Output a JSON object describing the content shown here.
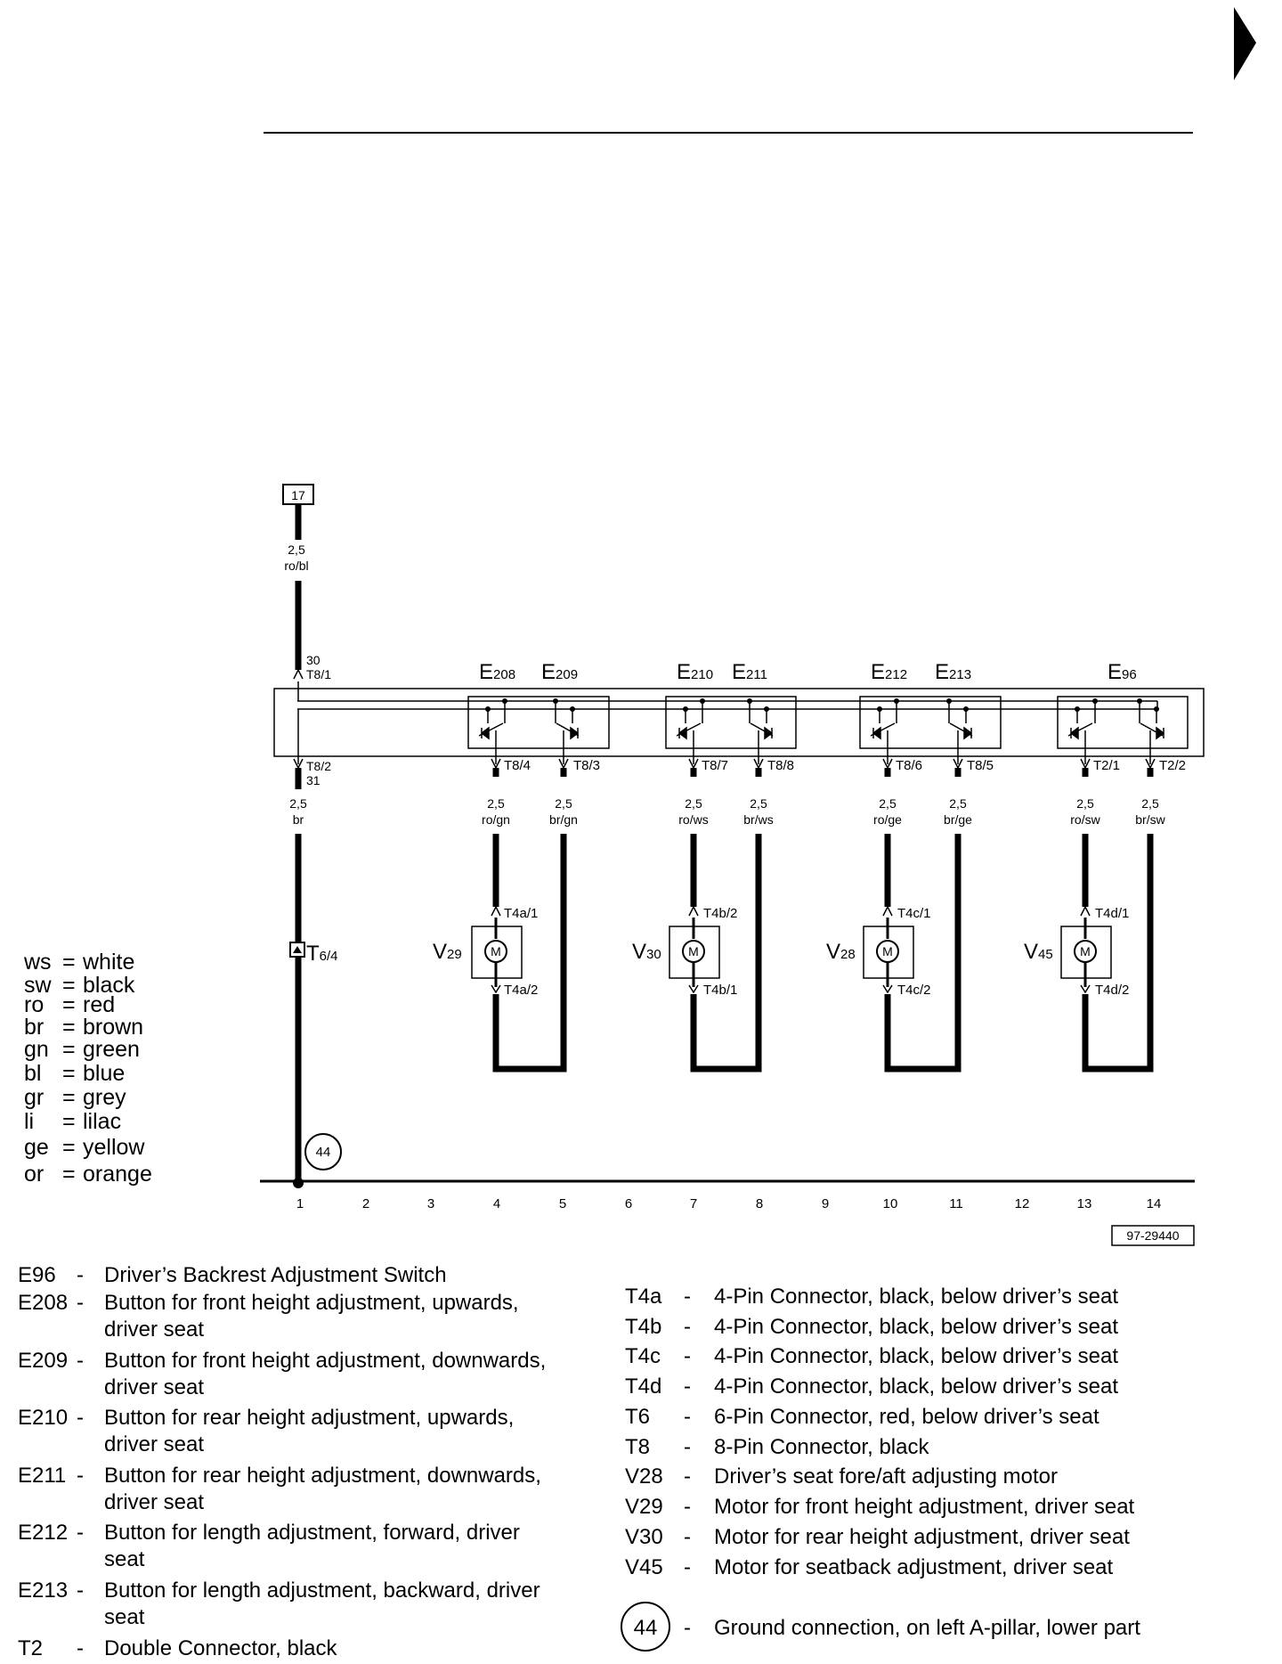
{
  "page_arrow": "black-right-triangle-icon",
  "fuse_ref": "17",
  "figure_id": "97-29440",
  "supply": {
    "pin_top": "30",
    "pin_top_conn": "T8/1",
    "wire_size": "2,5",
    "wire_color": "ro/bl"
  },
  "ground_wire": {
    "pin": "T8/2",
    "pin_num": "31",
    "wire_size": "2,5",
    "wire_color": "br",
    "connector": "T",
    "connector_sub": "6/4"
  },
  "ground_point": "44",
  "switch_groups": [
    {
      "left_letter": "E",
      "left_sub": "208",
      "right_letter": "E",
      "right_sub": "209"
    },
    {
      "left_letter": "E",
      "left_sub": "210",
      "right_letter": "E",
      "right_sub": "211"
    },
    {
      "left_letter": "E",
      "left_sub": "212",
      "right_letter": "E",
      "right_sub": "213"
    },
    {
      "left_letter": "E",
      "left_sub": "96",
      "right_letter": "",
      "right_sub": ""
    }
  ],
  "circuits": [
    {
      "pin_a": "T8/4",
      "pin_b": "T8/3",
      "size_a": "2,5",
      "color_a": "ro/gn",
      "size_b": "2,5",
      "color_b": "br/gn",
      "motor_letter": "V",
      "motor_sub": "29",
      "motor_symbol": "M",
      "conn_top": "T4a/1",
      "conn_bottom": "T4a/2"
    },
    {
      "pin_a": "T8/7",
      "pin_b": "T8/8",
      "size_a": "2,5",
      "color_a": "ro/ws",
      "size_b": "2,5",
      "color_b": "br/ws",
      "motor_letter": "V",
      "motor_sub": "30",
      "motor_symbol": "M",
      "conn_top": "T4b/2",
      "conn_bottom": "T4b/1"
    },
    {
      "pin_a": "T8/6",
      "pin_b": "T8/5",
      "size_a": "2,5",
      "color_a": "ro/ge",
      "size_b": "2,5",
      "color_b": "br/ge",
      "motor_letter": "V",
      "motor_sub": "28",
      "motor_symbol": "M",
      "conn_top": "T4c/1",
      "conn_bottom": "T4c/2"
    },
    {
      "pin_a": "T2/1",
      "pin_b": "T2/2",
      "size_a": "2,5",
      "color_a": "ro/sw",
      "size_b": "2,5",
      "color_b": "br/sw",
      "motor_letter": "V",
      "motor_sub": "45",
      "motor_symbol": "M",
      "conn_top": "T4d/1",
      "conn_bottom": "T4d/2"
    }
  ],
  "columns": [
    "1",
    "2",
    "3",
    "4",
    "5",
    "6",
    "7",
    "8",
    "9",
    "10",
    "11",
    "12",
    "13",
    "14"
  ],
  "color_legend": [
    {
      "code": "ws",
      "name": "white"
    },
    {
      "code": "sw",
      "name": "black"
    },
    {
      "code": "ro",
      "name": "red"
    },
    {
      "code": "br",
      "name": "brown"
    },
    {
      "code": "gn",
      "name": "green"
    },
    {
      "code": "bl",
      "name": "blue"
    },
    {
      "code": "gr",
      "name": "grey"
    },
    {
      "code": "li",
      "name": "lilac"
    },
    {
      "code": "ge",
      "name": "yellow"
    },
    {
      "code": "or",
      "name": "orange"
    }
  ],
  "key_left": [
    {
      "code": "E96",
      "lines": [
        "Driver’s Backrest Adjustment Switch"
      ]
    },
    {
      "code": "E208",
      "lines": [
        "Button for front height adjustment, upwards,",
        "driver seat"
      ]
    },
    {
      "code": "E209",
      "lines": [
        "Button for front height adjustment, downwards,",
        "driver seat"
      ]
    },
    {
      "code": "E210",
      "lines": [
        "Button for rear height adjustment, upwards,",
        "driver seat"
      ]
    },
    {
      "code": "E211",
      "lines": [
        "Button for rear height adjustment, downwards,",
        "driver seat"
      ]
    },
    {
      "code": "E212",
      "lines": [
        "Button for length adjustment, forward, driver",
        "seat"
      ]
    },
    {
      "code": "E213",
      "lines": [
        "Button for length adjustment, backward, driver",
        "seat"
      ]
    },
    {
      "code": "T2",
      "lines": [
        "Double Connector, black"
      ]
    }
  ],
  "key_right": [
    {
      "code": "T4a",
      "lines": [
        "4-Pin Connector, black, below driver’s seat"
      ]
    },
    {
      "code": "T4b",
      "lines": [
        "4-Pin Connector, black, below driver’s seat"
      ]
    },
    {
      "code": "T4c",
      "lines": [
        "4-Pin Connector, black, below driver’s seat"
      ]
    },
    {
      "code": "T4d",
      "lines": [
        "4-Pin Connector, black, below driver’s seat"
      ]
    },
    {
      "code": "T6",
      "lines": [
        "6-Pin Connector,  red, below driver’s seat"
      ]
    },
    {
      "code": "T8",
      "lines": [
        "8-Pin Connector, black"
      ]
    },
    {
      "code": "V28",
      "lines": [
        "Driver’s seat fore/aft adjusting motor"
      ]
    },
    {
      "code": "V29",
      "lines": [
        "Motor for front height adjustment, driver seat"
      ]
    },
    {
      "code": "V30",
      "lines": [
        "Motor for rear height adjustment, driver seat"
      ]
    },
    {
      "code": "V45",
      "lines": [
        "Motor for seatback adjustment, driver seat"
      ]
    }
  ],
  "key_ground": {
    "code": "44",
    "text": "Ground connection, on left A-pillar, lower part"
  },
  "dash": "-"
}
